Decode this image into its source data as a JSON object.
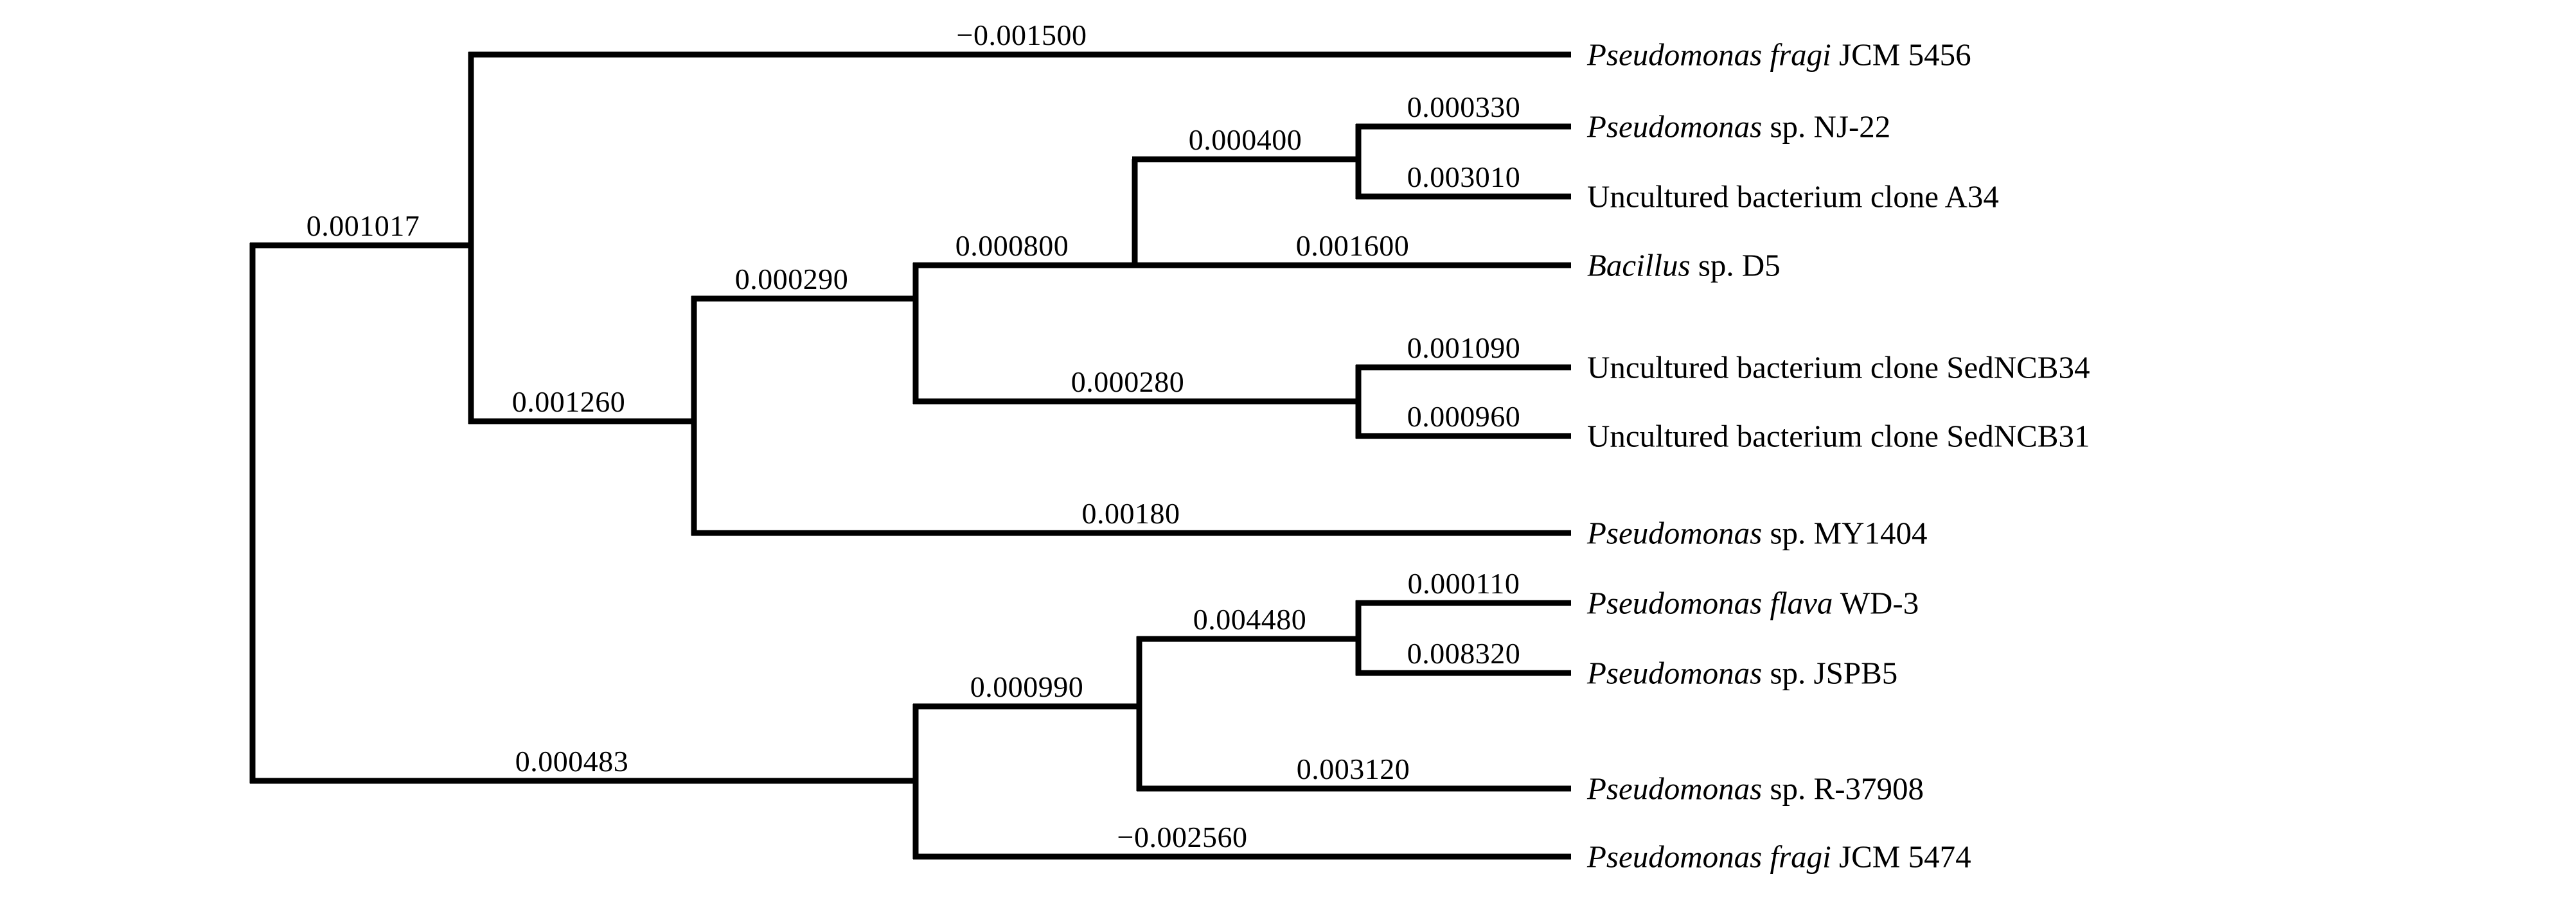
{
  "figure": {
    "kind": "phylogenetic-tree",
    "style": "rectangular-cladogram",
    "line_color": "#000000",
    "background_color": "#ffffff",
    "text_color": "#000000"
  },
  "chart_data": {
    "type": "tree",
    "title": "",
    "xlabel": "",
    "ylabel": "",
    "leaf_count": 11,
    "leaves": [
      {
        "id": "L1",
        "genus": "Pseudomonas",
        "epithet": "fragi",
        "strain": "JCM 5456",
        "italic_part": "Pseudomonas fragi",
        "roman_part": "JCM 5456",
        "branch_length": "-0.001500"
      },
      {
        "id": "L2",
        "genus": "Pseudomonas",
        "epithet": "sp.",
        "strain": "NJ-22",
        "italic_part": "Pseudomonas",
        "roman_part": "sp. NJ-22",
        "branch_length": "0.000330"
      },
      {
        "id": "L3",
        "genus": "",
        "epithet": "",
        "strain": "Uncultured bacterium clone A34",
        "italic_part": "",
        "roman_part": "Uncultured bacterium clone A34",
        "branch_length": "0.003010"
      },
      {
        "id": "L4",
        "genus": "Bacillus",
        "epithet": "sp.",
        "strain": "D5",
        "italic_part": "Bacillus",
        "roman_part": "sp. D5",
        "branch_length": "0.001600"
      },
      {
        "id": "L5",
        "genus": "",
        "epithet": "",
        "strain": "Uncultured bacterium clone SedNCB34",
        "italic_part": "",
        "roman_part": "Uncultured bacterium clone SedNCB34",
        "branch_length": "0.001090"
      },
      {
        "id": "L6",
        "genus": "",
        "epithet": "",
        "strain": "Uncultured bacterium clone SedNCB31",
        "italic_part": "",
        "roman_part": "Uncultured bacterium clone SedNCB31",
        "branch_length": "0.000960"
      },
      {
        "id": "L7",
        "genus": "Pseudomonas",
        "epithet": "sp.",
        "strain": "MY1404",
        "italic_part": "Pseudomonas",
        "roman_part": "sp. MY1404",
        "branch_length": "0.00180"
      },
      {
        "id": "L8",
        "genus": "Pseudomonas",
        "epithet": "flava",
        "strain": "WD-3",
        "italic_part": "Pseudomonas flava",
        "roman_part": "WD-3",
        "branch_length": "0.000110"
      },
      {
        "id": "L9",
        "genus": "Pseudomonas",
        "epithet": "sp.",
        "strain": "JSPB5",
        "italic_part": "Pseudomonas",
        "roman_part": "sp. JSPB5",
        "branch_length": "0.008320"
      },
      {
        "id": "L10",
        "genus": "Pseudomonas",
        "epithet": "sp.",
        "strain": "R-37908",
        "italic_part": "Pseudomonas",
        "roman_part": "sp. R-37908",
        "branch_length": "0.003120"
      },
      {
        "id": "L11",
        "genus": "Pseudomonas",
        "epithet": "fragi",
        "strain": "JCM 5474",
        "italic_part": "Pseudomonas fragi",
        "roman_part": "JCM 5474",
        "branch_length": "-0.002560"
      }
    ],
    "internal_branch_labels": [
      {
        "id": "N_top",
        "value": "0.001017",
        "description": "upper major clade stem"
      },
      {
        "id": "N_upper2",
        "value": "0.001260",
        "description": "clade containing L2-L7"
      },
      {
        "id": "N_mid",
        "value": "0.000290",
        "description": "clade containing L2-L6"
      },
      {
        "id": "N_bac",
        "value": "0.000800",
        "description": "clade containing L2-L4"
      },
      {
        "id": "N_pair1",
        "value": "0.000400",
        "description": "clade containing L2-L3"
      },
      {
        "id": "N_sed",
        "value": "0.000280",
        "description": "clade containing L5-L6"
      },
      {
        "id": "N_bottom",
        "value": "0.000483",
        "description": "lower major clade stem"
      },
      {
        "id": "N_low2",
        "value": "0.000990",
        "description": "clade containing L8-L10"
      },
      {
        "id": "N_low3",
        "value": "0.004480",
        "description": "clade containing L8-L9"
      }
    ],
    "all_branch_labels": [
      "0.001017",
      "-0.001500",
      "0.000330",
      "0.000400",
      "0.000800",
      "0.003010",
      "0.001600",
      "0.000290",
      "0.001090",
      "0.000280",
      "0.001260",
      "0.000960",
      "0.00180",
      "0.000110",
      "0.004480",
      "0.008320",
      "0.000990",
      "0.003120",
      "0.000483",
      "-0.002560"
    ],
    "notes": "Rectangular phylogram; numbers above branches are branch lengths; two are negative."
  },
  "taxa_display": [
    {
      "italic": "Pseudomonas fragi",
      "roman": " JCM 5456"
    },
    {
      "italic": "Pseudomonas",
      "roman": " sp. NJ-22"
    },
    {
      "italic": "",
      "roman": "Uncultured bacterium clone A34"
    },
    {
      "italic": "Bacillus",
      "roman": " sp. D5"
    },
    {
      "italic": "",
      "roman": "Uncultured bacterium clone SedNCB34"
    },
    {
      "italic": "",
      "roman": "Uncultured bacterium clone SedNCB31"
    },
    {
      "italic": "Pseudomonas",
      "roman": " sp. MY1404"
    },
    {
      "italic": "Pseudomonas flava",
      "roman": " WD-3"
    },
    {
      "italic": "Pseudomonas",
      "roman": " sp. JSPB5"
    },
    {
      "italic": "Pseudomonas",
      "roman": " sp. R-37908"
    },
    {
      "italic": "Pseudomonas fragi",
      "roman": " JCM 5474"
    }
  ],
  "branch_label_positions": [
    {
      "key": "root_stem",
      "text": "0.001017"
    },
    {
      "key": "leaf1",
      "text": "−0.001500"
    },
    {
      "key": "node_0800",
      "text": "0.000800"
    },
    {
      "key": "node_0400",
      "text": "0.000400"
    },
    {
      "key": "leaf2",
      "text": "0.000330"
    },
    {
      "key": "leaf3",
      "text": "0.003010"
    },
    {
      "key": "leaf4",
      "text": "0.001600"
    },
    {
      "key": "node_0290",
      "text": "0.000290"
    },
    {
      "key": "node_1260",
      "text": "0.001260"
    },
    {
      "key": "node_0280",
      "text": "0.000280"
    },
    {
      "key": "leaf5",
      "text": "0.001090"
    },
    {
      "key": "leaf6",
      "text": "0.000960"
    },
    {
      "key": "leaf7",
      "text": "0.00180"
    },
    {
      "key": "node_0990",
      "text": "0.000990"
    },
    {
      "key": "node_4480",
      "text": "0.004480"
    },
    {
      "key": "leaf8",
      "text": "0.000110"
    },
    {
      "key": "leaf9",
      "text": "0.008320"
    },
    {
      "key": "leaf10",
      "text": "0.003120"
    },
    {
      "key": "node_0483",
      "text": "0.000483"
    },
    {
      "key": "leaf11",
      "text": "−0.002560"
    }
  ]
}
